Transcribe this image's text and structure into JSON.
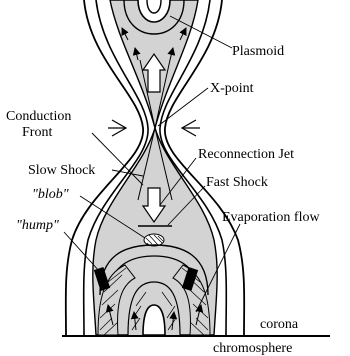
{
  "colors": {
    "fill": "#d3d3d3",
    "stroke": "#000000",
    "background": "#ffffff"
  },
  "labels": {
    "plasmoid": "Plasmoid",
    "xpoint": "X-point",
    "conduction_front_line1": "Conduction",
    "conduction_front_line2": "Front",
    "reconnection_jet": "Reconnection Jet",
    "slow_shock": "Slow Shock",
    "fast_shock": "Fast Shock",
    "blob": "\"blob\"",
    "hump": "\"hump\"",
    "evaporation_flow": "Evaporation flow",
    "corona": "corona",
    "chromosphere": "chromosphere"
  }
}
